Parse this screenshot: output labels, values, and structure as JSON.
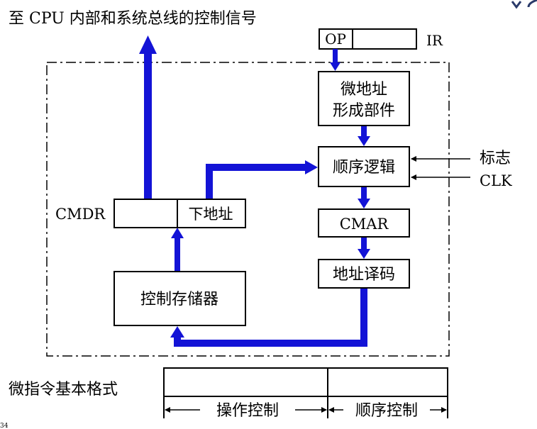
{
  "diagram": {
    "top_label": "至 CPU 内部和系统总线的控制信号",
    "ir": {
      "op": "OP",
      "label": "IR"
    },
    "blocks": {
      "micro_addr_line1": "微地址",
      "micro_addr_line2": "形成部件",
      "sequence_logic": "顺序逻辑",
      "cmar": "CMAR",
      "addr_decode": "地址译码",
      "control_store": "控制存储器",
      "next_addr": "下地址",
      "cmdr": "CMDR"
    },
    "inputs": {
      "flags": "标志",
      "clk": "CLK"
    },
    "format": {
      "title": "微指令基本格式",
      "field1": "操作控制",
      "field2": "顺序控制"
    },
    "corner_text": "34",
    "colors": {
      "arrow": "#1313d6",
      "line": "#000000"
    }
  }
}
